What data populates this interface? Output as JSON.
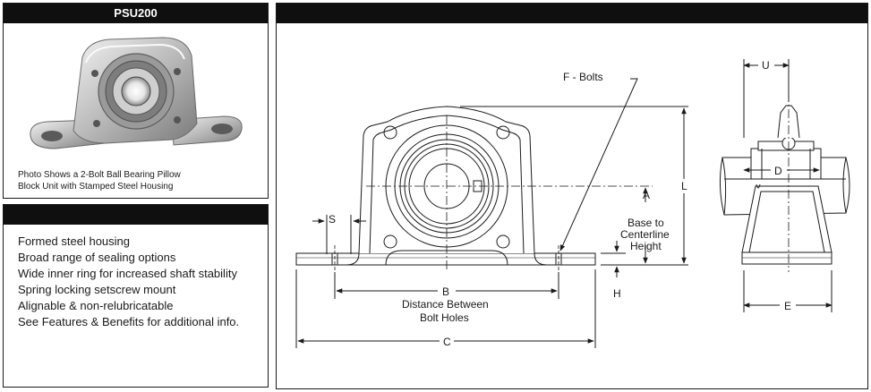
{
  "photo_panel": {
    "title": "PSU200",
    "caption_line1": "Photo Shows a 2-Bolt Ball Bearing Pillow",
    "caption_line2": "Block Unit with Stamped Steel Housing"
  },
  "features_panel": {
    "title": "",
    "items": [
      "Formed steel housing",
      "Broad range of sealing options",
      "Wide inner ring for increased shaft stability",
      "Spring locking setscrew mount",
      "Alignable & non-relubricatable",
      "See Features & Benefits for additional info."
    ]
  },
  "drawing_panel": {
    "title": "",
    "labels": {
      "f_bolts": "F - Bolts",
      "s": "S",
      "a": "A",
      "a_desc1": "Base to",
      "a_desc2": "Centerline",
      "a_desc3": "Height",
      "l": "L",
      "h": "H",
      "b": "B",
      "b_desc1": "Distance Between",
      "b_desc2": "Bolt Holes",
      "c": "C",
      "u": "U",
      "d": "D",
      "e": "E"
    }
  }
}
